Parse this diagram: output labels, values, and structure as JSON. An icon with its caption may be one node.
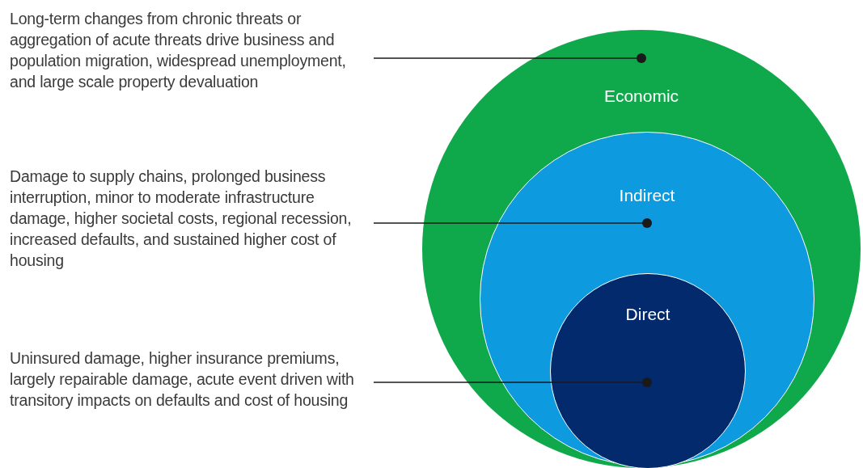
{
  "diagram": {
    "nodes": [
      {
        "text": [
          "Long-term changes from chronic threats or aggregation of acute threats drive business and population migration, widespread unemployment, and large scale property devaluation"
        ]
      },
      {
        "text": [
          "Damage to supply chains, prolonged business interruption, minor to moderate infrastructure damage, higher societal costs, regional recession, increased defaults, and sustained higher cost of housing"
        ]
      },
      {
        "text": [
          "Uninsured damage, higher insurance premiums, largely repairable damage, acute event driven with transitory impacts on defaults and cost of housing"
        ]
      },
      {
        "text": [
          "Economic"
        ]
      },
      {
        "text": [
          "Indirect"
        ],
        "in": 3
      },
      {
        "text": [
          "Direct"
        ],
        "in": 4
      }
    ],
    "edges": [
      {
        "from": 0,
        "to": 3,
        "arrow": "other"
      },
      {
        "from": 1,
        "to": 4,
        "arrow": "other"
      },
      {
        "from": 2,
        "to": 5,
        "arrow": "other"
      }
    ]
  }
}
